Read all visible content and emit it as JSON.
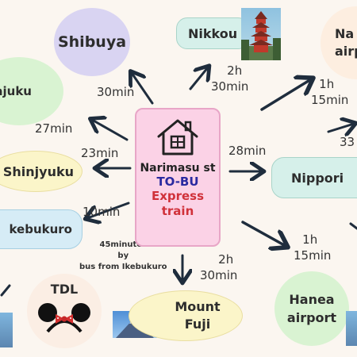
{
  "center": {
    "station": "Narimasu st",
    "line": "TO-BU",
    "train_type_1": "Express",
    "train_type_2": "train",
    "icon": "house-icon"
  },
  "destinations": {
    "shibuya": {
      "name": "Shibuya",
      "time": "30min",
      "color": "#d9d4f2"
    },
    "nikkou": {
      "name": "Nikkou",
      "time_1": "2h",
      "time_2": "30min",
      "color": "#d6f0ea"
    },
    "narita": {
      "name_1": "Na",
      "name_2": "airp",
      "time_1": "1h",
      "time_2": "15min",
      "color": "#fdeee0"
    },
    "harajuku": {
      "name": "ajuku",
      "time": "27min",
      "color": "#d9f3d2"
    },
    "shinjyuku": {
      "name": "Shinjyuku",
      "time": "23min",
      "color": "#fbf5c9"
    },
    "nippori": {
      "name": "Nippori",
      "time": "28min",
      "color": "#d6f0ea"
    },
    "partial_right": {
      "time": "33"
    },
    "ikebukuro": {
      "name": "kebukuro",
      "time": "10min",
      "color": "#d6ecf6"
    },
    "tdl": {
      "name": "TDL",
      "note_1": "45minutes",
      "note_2": "by",
      "note_3": "bus from Ikebukuro",
      "color": "#fbeee4"
    },
    "fuji": {
      "name_1": "Mount",
      "name_2": "Fuji",
      "time_1": "2h",
      "time_2": "30min",
      "color": "#fbf5c9"
    },
    "haneda": {
      "name_1": "Hanea",
      "name_2": "airport",
      "time_1": "1h",
      "time_2": "15min",
      "color": "#d9f3d2"
    }
  },
  "colors": {
    "arrow": "#1f2d3d",
    "center_fill": "#fbd2e6",
    "tobu": "#2a2aa0",
    "express": "#d0313a"
  }
}
